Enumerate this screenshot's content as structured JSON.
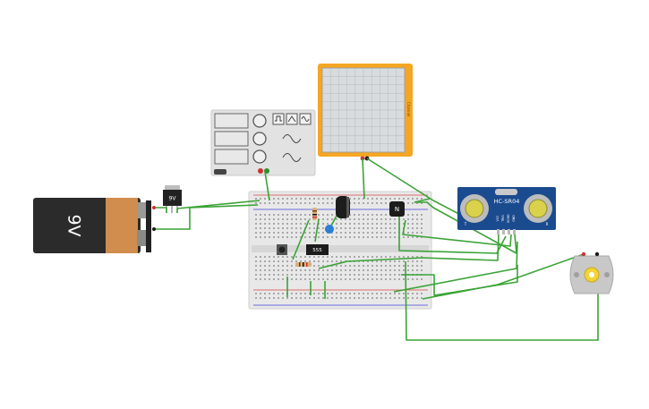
{
  "workspace": {
    "title": ""
  },
  "battery": {
    "voltage_label": "9V",
    "body_color": "#2b2b2b",
    "cap_color": "#d18d4e"
  },
  "regulator": {
    "label": "9V"
  },
  "function_generator": {
    "model": ""
  },
  "oscilloscope": {
    "side_label": "Channel",
    "frame_color": "#f5a623"
  },
  "timer_ic": {
    "label": "555"
  },
  "transistor": {
    "label": "N"
  },
  "ultrasonic_sensor": {
    "model": "HC-SR04",
    "pins": [
      "VCC",
      "TRIG",
      "ECHO",
      "GND"
    ],
    "left_mark": "T",
    "right_mark": "R",
    "board_color": "#1b4b8f"
  },
  "motor": {
    "color": "#c8c8c8",
    "hub_color": "#f3d437"
  },
  "wire_color": "#3aa335"
}
